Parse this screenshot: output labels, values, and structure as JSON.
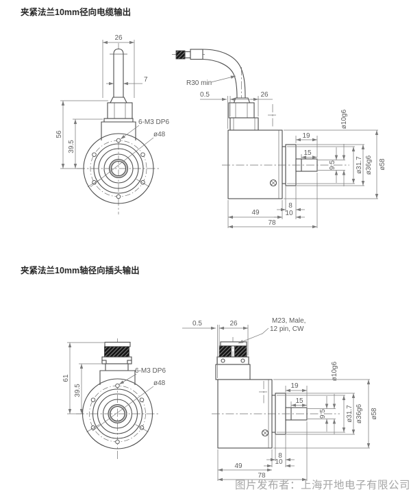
{
  "figure1": {
    "title": "夹紧法兰10mm径向电缆输出",
    "dims": {
      "w26": "26",
      "d7": "7",
      "h56": "56",
      "h39_5": "39.5",
      "m3": "6-M3 DP6",
      "d48": "ø48",
      "r30": "R30 min",
      "gap": "0.5",
      "g26": "26",
      "l19": "19",
      "l15": "15",
      "d9_5": "9.5",
      "d10g6": "ø10g6",
      "d31_7": "ø31.7",
      "d36g6": "ø36g6",
      "d58": "ø58",
      "t8": "8",
      "t10": "10",
      "l49": "49",
      "l78": "78"
    }
  },
  "figure2": {
    "title": "夹紧法兰10mm轴径向插头输出",
    "connector_label_line1": "M23, Male,",
    "connector_label_line2": "12 pin, CW",
    "dims": {
      "h61": "61",
      "h39_5": "39.5",
      "m3": "6-M3 DP6",
      "d48": "ø48",
      "gap": "0.5",
      "g26": "26",
      "l19": "19",
      "l15": "15",
      "d9_5": "9.5",
      "d10g6": "ø10g6",
      "d31_7": "ø31.7",
      "d36g6": "ø36g6",
      "d58": "ø58",
      "t8": "8",
      "t10": "10",
      "l49": "49",
      "l78": "78"
    }
  },
  "watermark": "图片发布者：上海开地电子有限公司"
}
